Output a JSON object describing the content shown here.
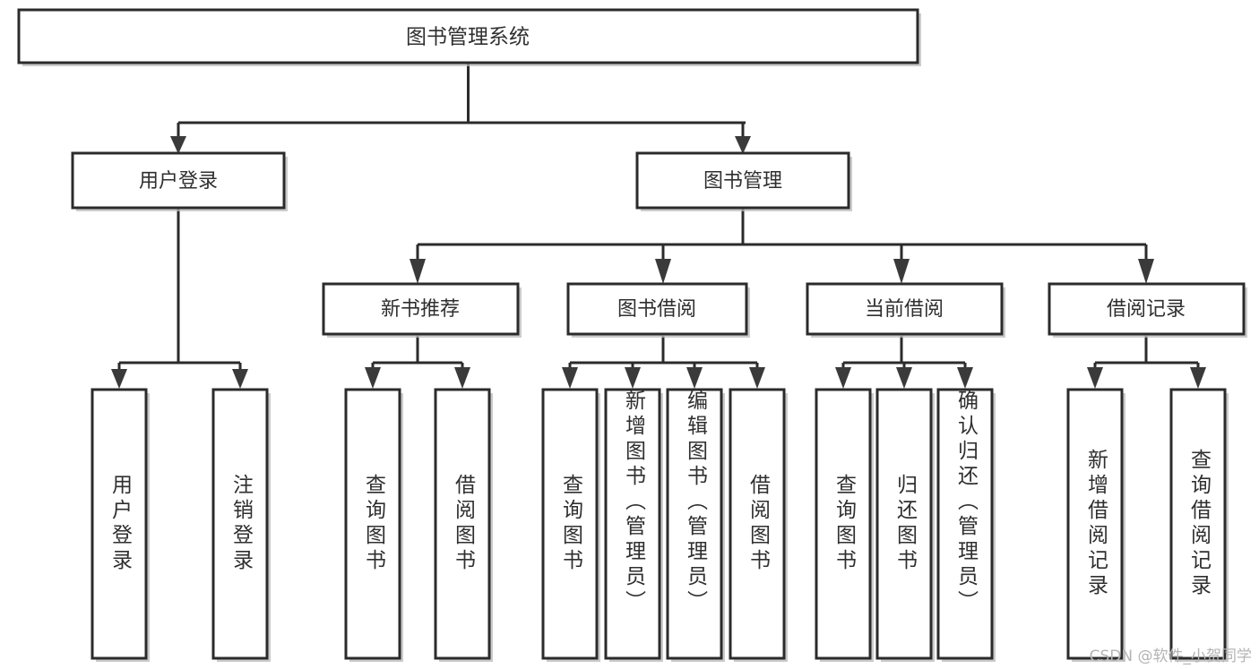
{
  "diagram": {
    "type": "tree-hierarchy",
    "title": "图书管理系统",
    "watermark": "CSDN @软件_小贺同学",
    "colors": {
      "box_stroke": "#2b2b2b",
      "box_fill": "#ffffff",
      "line": "#2b2b2b",
      "arrow": "#3a3a3a",
      "text": "#2f2f2f",
      "watermark": "#b4b4b4",
      "background": "#ffffff"
    },
    "root": {
      "label": "图书管理系统"
    },
    "level2": [
      {
        "label": "用户登录"
      },
      {
        "label": "图书管理"
      }
    ],
    "level3": [
      {
        "label": "新书推荐"
      },
      {
        "label": "图书借阅"
      },
      {
        "label": "当前借阅"
      },
      {
        "label": "借阅记录"
      }
    ],
    "leaves": {
      "user_login": [
        {
          "label": "用户登录"
        },
        {
          "label": "注销登录"
        }
      ],
      "new_book": [
        {
          "label": "查询图书"
        },
        {
          "label": "借阅图书"
        }
      ],
      "book_borrow": [
        {
          "label": "查询图书"
        },
        {
          "label": "新增图书（管理员）"
        },
        {
          "label": "编辑图书（管理员）"
        },
        {
          "label": "借阅图书"
        }
      ],
      "current_borrow": [
        {
          "label": "查询图书"
        },
        {
          "label": "归还图书"
        },
        {
          "label": "确认归还（管理员）"
        }
      ],
      "borrow_record": [
        {
          "label": "新增借阅记录"
        },
        {
          "label": "查询借阅记录"
        }
      ]
    }
  }
}
